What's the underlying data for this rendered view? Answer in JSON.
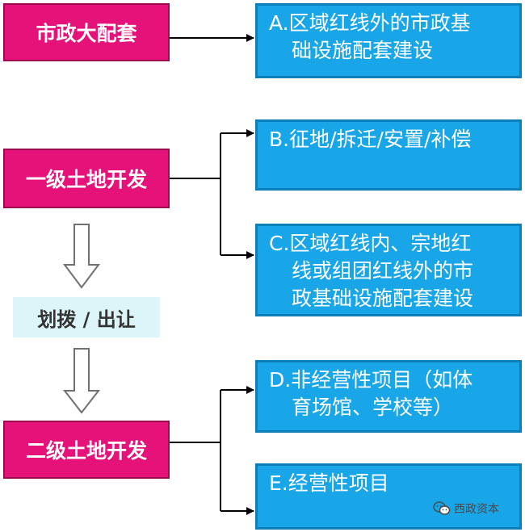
{
  "left_boxes": [
    {
      "label": "市政大配套"
    },
    {
      "label": "一级土地开发"
    },
    {
      "label": "二级土地开发"
    }
  ],
  "middle_label": "划拨 / 出让",
  "right_boxes": [
    {
      "lines": [
        "A.区域红线外的市政基",
        "础设施配套建设"
      ]
    },
    {
      "lines": [
        "B.征地/拆迁/安置/补偿"
      ]
    },
    {
      "lines": [
        "C.区域红线内、宗地红",
        "线或组团红线外的市",
        "政基础设施配套建设"
      ]
    },
    {
      "lines": [
        "D.非经营性项目（如体",
        "育场馆、学校等）"
      ]
    },
    {
      "lines": [
        "E.经营性项目"
      ]
    }
  ],
  "watermark": {
    "text": "西政资本",
    "icon": "wechat-icon"
  },
  "colors": {
    "magenta": "#e5127a",
    "blue": "#18a6e8",
    "pale_cyan": "#dcf5f8"
  }
}
